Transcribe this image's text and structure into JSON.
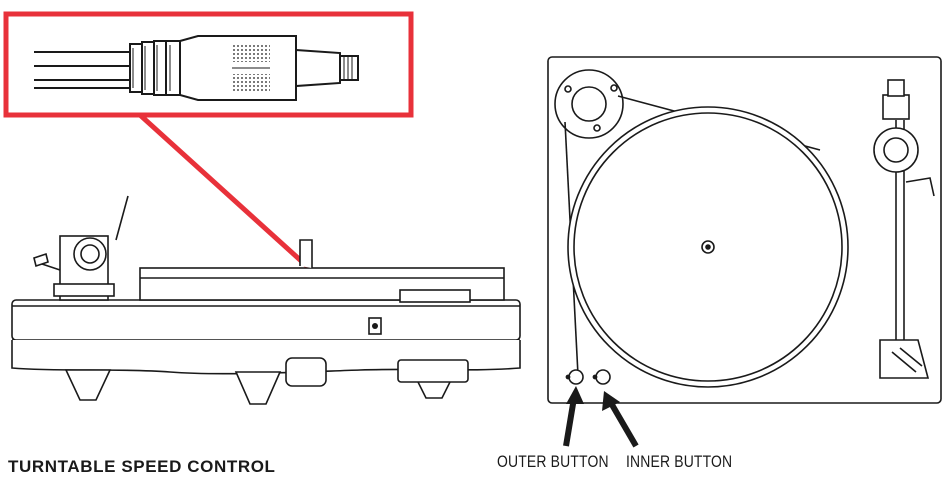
{
  "labels": {
    "outer_button": "OUTER BUTTON",
    "inner_button": "INNER BUTTON",
    "caption": "TURNTABLE SPEED CONTROL"
  },
  "colors": {
    "highlight": "#e8313a",
    "line": "#1a1a1a",
    "background": "#ffffff"
  },
  "icons": [
    "power-plug-icon",
    "turntable-side-view",
    "turntable-top-view",
    "arrow-icon"
  ]
}
